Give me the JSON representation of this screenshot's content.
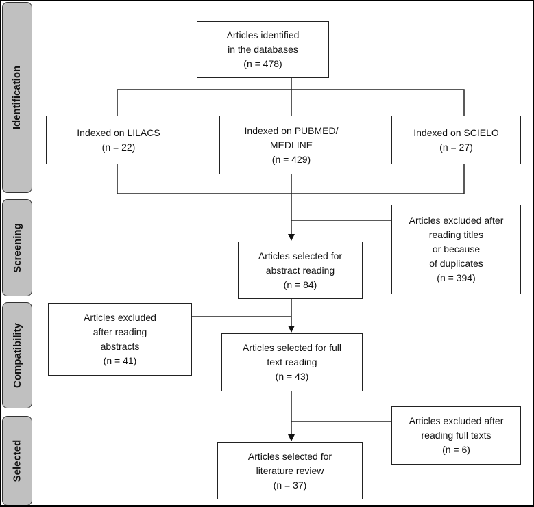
{
  "phases": [
    "Identification",
    "Screening",
    "Compatibility",
    "Selected"
  ],
  "boxes": {
    "identified": [
      "Articles identified",
      "in the databases",
      "(n = 478)"
    ],
    "lilacs": [
      "Indexed on LILACS",
      "(n = 22)"
    ],
    "pubmed": [
      "Indexed on PUBMED/",
      "MEDLINE",
      "(n = 429)"
    ],
    "scielo": [
      "Indexed on SCIELO",
      "(n = 27)"
    ],
    "excluded_titles": [
      "Articles excluded after",
      "reading titles",
      "or because",
      "of duplicates",
      "(n = 394)"
    ],
    "abstract_reading": [
      "Articles selected for",
      "abstract reading",
      "(n = 84)"
    ],
    "excluded_abstracts": [
      "Articles excluded",
      "after reading",
      "abstracts",
      "(n = 41)"
    ],
    "full_text": [
      "Articles selected for full",
      "text reading",
      "(n = 43)"
    ],
    "excluded_full": [
      "Articles excluded after",
      "reading full texts",
      "(n = 6)"
    ],
    "review": [
      "Articles selected for",
      "literature review",
      "(n = 37)"
    ]
  }
}
